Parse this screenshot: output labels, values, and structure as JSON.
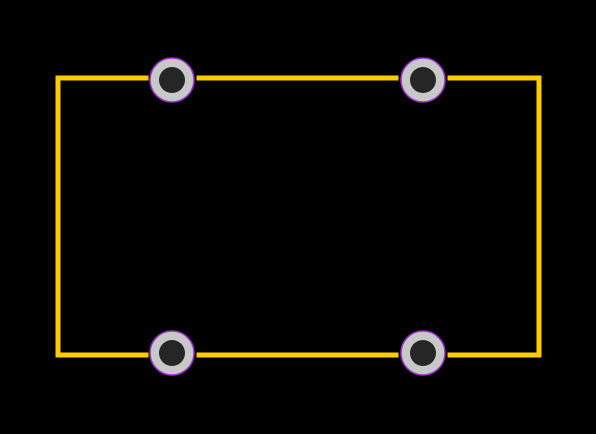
{
  "diagram": {
    "background_color": "#000000",
    "trace_color": "#FFCC00",
    "pad_ring_color": "#C8C8C8",
    "pad_outline_color": "#9B30C8",
    "pad_hole_color": "#262626",
    "pads": [
      {
        "id": "pad-top-left"
      },
      {
        "id": "pad-top-right"
      },
      {
        "id": "pad-bottom-left"
      },
      {
        "id": "pad-bottom-right"
      }
    ]
  }
}
